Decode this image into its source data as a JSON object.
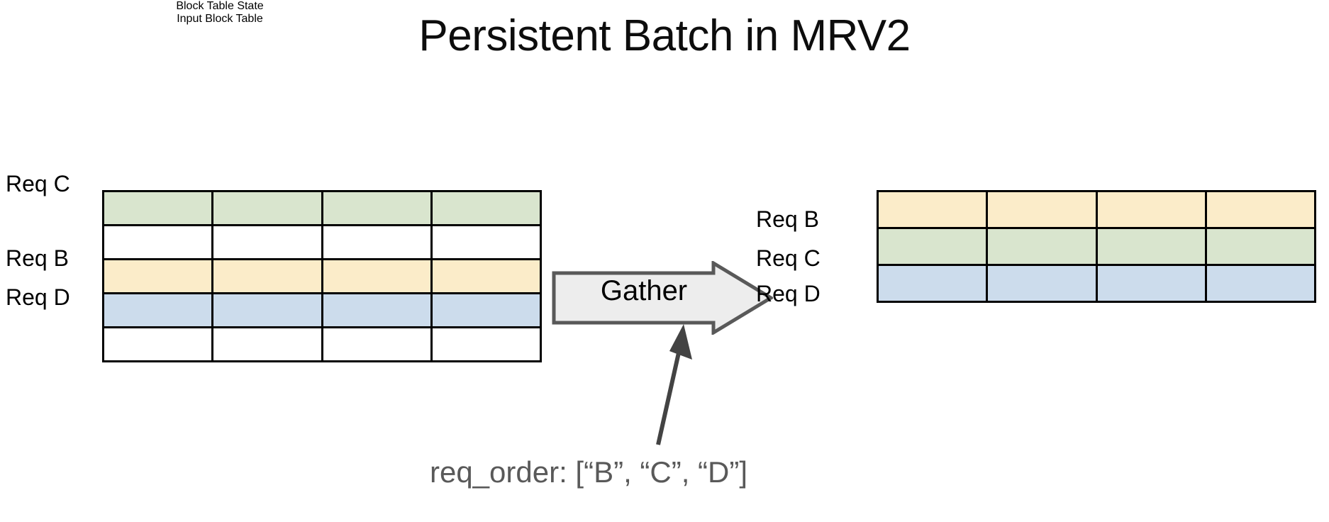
{
  "slide": {
    "title": "Persistent Batch in MRV2",
    "background_color": "#ffffff",
    "accent_color": "#eb3223",
    "muted_text_color": "#4d4d4d"
  },
  "left_panel": {
    "heading_prefix": "Block Table ",
    "heading_accent": "State",
    "columns": 4,
    "row_labels": [
      "Req C",
      "",
      "Req B",
      "Req D",
      ""
    ],
    "rows": [
      {
        "label": "Req C",
        "fill": "green",
        "color": "#d9e5ce",
        "cells": [
          "",
          "",
          "",
          ""
        ]
      },
      {
        "label": "",
        "fill": "white",
        "color": "#ffffff",
        "cells": [
          "",
          "",
          "",
          ""
        ]
      },
      {
        "label": "Req B",
        "fill": "yellow",
        "color": "#fbecc9",
        "cells": [
          "",
          "",
          "",
          ""
        ]
      },
      {
        "label": "Req D",
        "fill": "blue",
        "color": "#ccdcec",
        "cells": [
          "",
          "",
          "",
          ""
        ]
      },
      {
        "label": "",
        "fill": "white",
        "color": "#ffffff",
        "cells": [
          "",
          "",
          "",
          ""
        ]
      }
    ]
  },
  "right_panel": {
    "heading_accent": "Input",
    "heading_suffix": " Block Table",
    "columns": 4,
    "rows": [
      {
        "label": "Req B",
        "fill": "yellow",
        "color": "#fbecc9",
        "cells": [
          "",
          "",
          "",
          ""
        ]
      },
      {
        "label": "Req C",
        "fill": "green",
        "color": "#d9e5ce",
        "cells": [
          "",
          "",
          "",
          ""
        ]
      },
      {
        "label": "Req D",
        "fill": "blue",
        "color": "#ccdcec",
        "cells": [
          "",
          "",
          "",
          ""
        ]
      }
    ]
  },
  "gather": {
    "label": "Gather",
    "fill": "#ededed",
    "stroke": "#595959"
  },
  "caption": {
    "text": "req_order: [“B”, “C”, “D”]",
    "color": "#595959"
  }
}
